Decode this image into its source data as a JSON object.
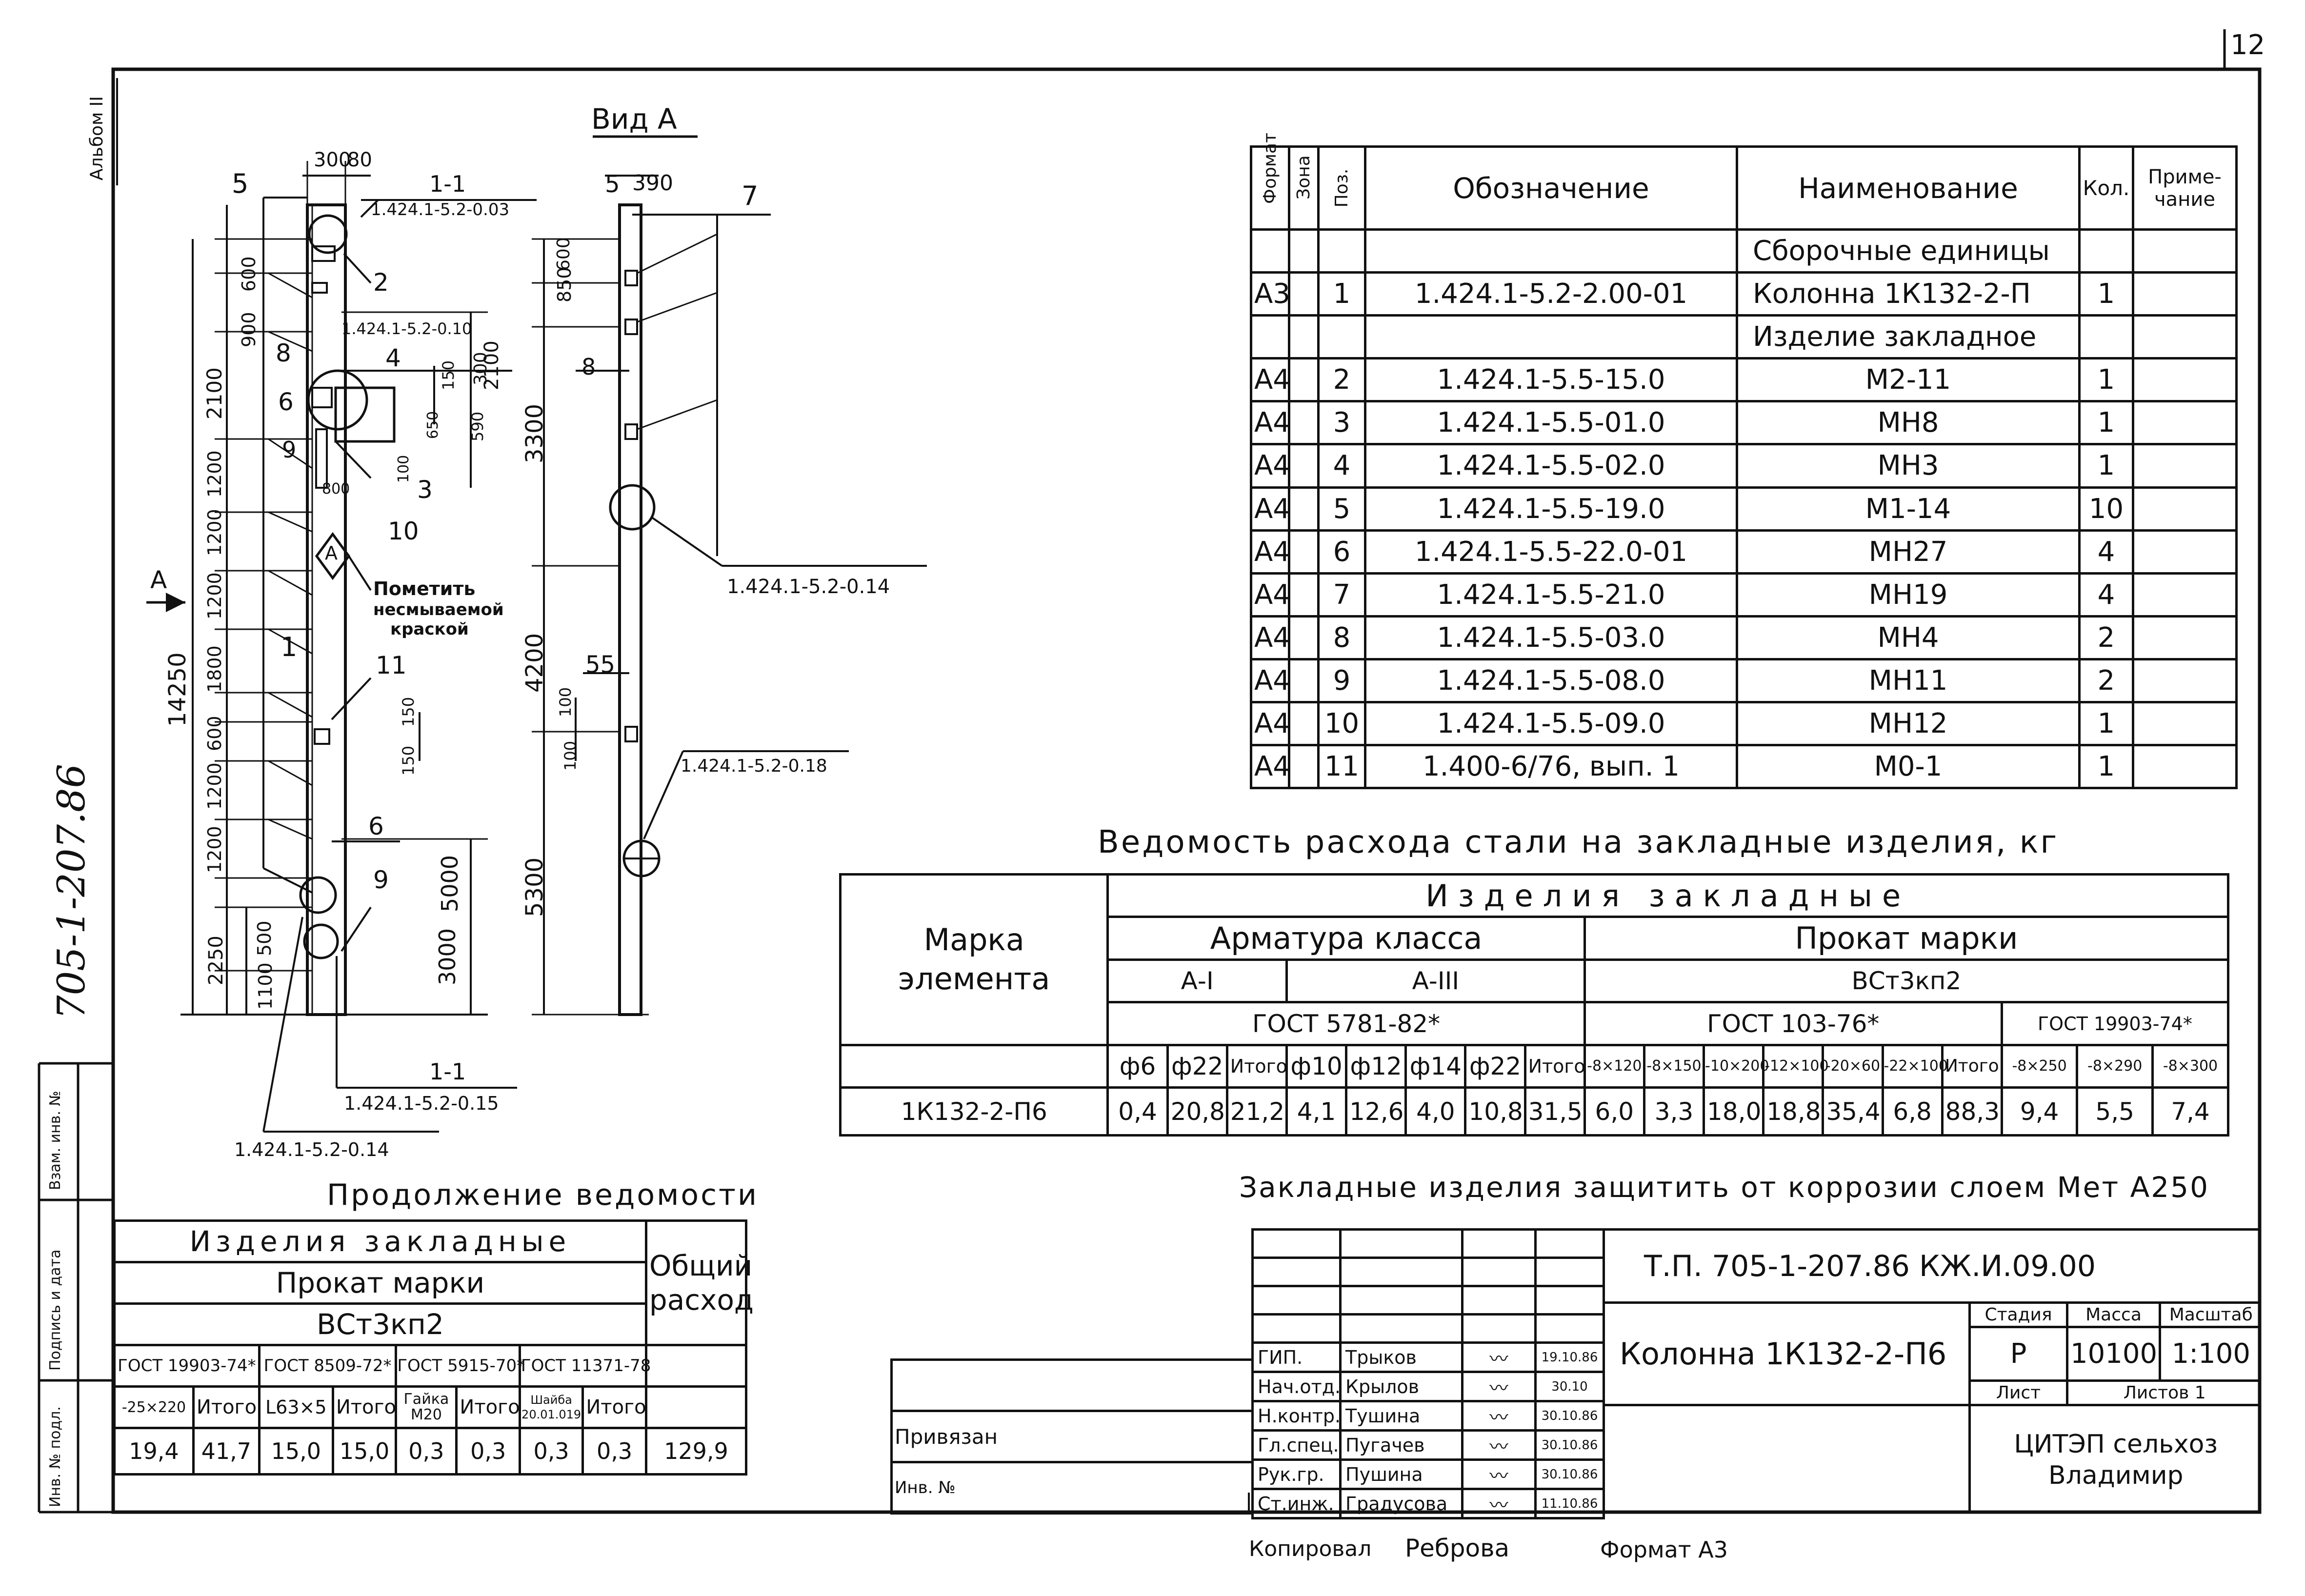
{
  "page_number": "12",
  "album_label": "Альбом II",
  "side_code": "705-1-207.86",
  "side_stamp": {
    "inv_podl": "Инв. № подл.",
    "podpis_data": "Подпись и дата",
    "vzam_inv": "Взам. инв. №"
  },
  "drawing": {
    "view_title": "Вид А",
    "left_dims": [
      "600",
      "900",
      "2100",
      "1200",
      "1200",
      "1200",
      "1800",
      "600",
      "1200",
      "1200",
      "500",
      "1100",
      "2250"
    ],
    "total_height": "14250",
    "right_dims": [
      "2100",
      "590",
      "300",
      "5000",
      "3000"
    ],
    "small_dims": [
      "150",
      "650",
      "100",
      "150",
      "150",
      "800"
    ],
    "top_dims": [
      "300",
      "80"
    ],
    "view_dims": [
      "850",
      "600",
      "3300",
      "4200",
      "100",
      "100",
      "5300"
    ],
    "view_top_dims": [
      "390"
    ],
    "view_side_dim": "55",
    "positions": [
      "5",
      "2",
      "4",
      "8",
      "6",
      "9",
      "3",
      "10",
      "1",
      "11",
      "6",
      "9",
      "7",
      "5",
      "8"
    ],
    "section_label": "1-1",
    "arrow_label": "А",
    "mark_letter": "А",
    "refs": [
      "1.424.1-5.2-0.03",
      "1.424.1-5.2-0.10",
      "1.424.1-5.2-0.14",
      "1.424.1-5.2-0.18",
      "1.424.1-5.2-0.15",
      "1.424.1-5.2-0.14"
    ],
    "note_lines": [
      "Пометить",
      "несмываемой",
      "краской"
    ]
  },
  "spec": {
    "headers": {
      "format": "Формат",
      "zone": "Зона",
      "pos": "Поз.",
      "designation": "Обозначение",
      "name": "Наименование",
      "qty": "Кол.",
      "note": "Приме-чание"
    },
    "section_assembly": "Сборочные единицы",
    "section_embedded": "Изделие закладное",
    "rows": [
      {
        "format": "А3",
        "pos": "1",
        "designation": "1.424.1-5.2-2.00-01",
        "name": "Колонна 1К132-2-П",
        "qty": "1"
      },
      {
        "format": "А4",
        "pos": "2",
        "designation": "1.424.1-5.5-15.0",
        "name": "М2-11",
        "qty": "1"
      },
      {
        "format": "А4",
        "pos": "3",
        "designation": "1.424.1-5.5-01.0",
        "name": "МН8",
        "qty": "1"
      },
      {
        "format": "А4",
        "pos": "4",
        "designation": "1.424.1-5.5-02.0",
        "name": "МН3",
        "qty": "1"
      },
      {
        "format": "А4",
        "pos": "5",
        "designation": "1.424.1-5.5-19.0",
        "name": "М1-14",
        "qty": "10"
      },
      {
        "format": "А4",
        "pos": "6",
        "designation": "1.424.1-5.5-22.0-01",
        "name": "МН27",
        "qty": "4"
      },
      {
        "format": "А4",
        "pos": "7",
        "designation": "1.424.1-5.5-21.0",
        "name": "МН19",
        "qty": "4"
      },
      {
        "format": "А4",
        "pos": "8",
        "designation": "1.424.1-5.5-03.0",
        "name": "МН4",
        "qty": "2"
      },
      {
        "format": "А4",
        "pos": "9",
        "designation": "1.424.1-5.5-08.0",
        "name": "МН11",
        "qty": "2"
      },
      {
        "format": "А4",
        "pos": "10",
        "designation": "1.424.1-5.5-09.0",
        "name": "МН12",
        "qty": "1"
      },
      {
        "format": "А4",
        "pos": "11",
        "designation": "1.400-6/76, вып. 1",
        "name": "М0-1",
        "qty": "1"
      }
    ]
  },
  "steel": {
    "title": "Ведомость расхода стали на закладные изделия, кг",
    "mark_header": "Марка элемента",
    "group": "Изделия закладные",
    "rebar": "Арматура класса",
    "rolled": "Прокат марки",
    "class1": "А-I",
    "class3": "А-III",
    "grade": "ВСт3кп2",
    "gost1": "ГОСТ 5781-82*",
    "gost2": "ГОСТ 103-76*",
    "gost3": "ГОСТ 19903-74*",
    "cols": [
      "ф6",
      "ф22",
      "Итого",
      "ф10",
      "ф12",
      "ф14",
      "ф22",
      "Итого",
      "-8×120",
      "-8×150",
      "-10×200",
      "-12×100",
      "-20×60",
      "-22×100",
      "Итого",
      "-8×250",
      "-8×290",
      "-8×300"
    ],
    "row_mark": "1К132-2-П6",
    "values": [
      "0,4",
      "20,8",
      "21,2",
      "4,1",
      "12,6",
      "4,0",
      "10,8",
      "31,5",
      "6,0",
      "3,3",
      "18,0",
      "18,8",
      "35,4",
      "6,8",
      "88,3",
      "9,4",
      "5,5",
      "7,4"
    ]
  },
  "continuation": {
    "title": "Продолжение ведомости",
    "group": "Изделия закладные",
    "rolled": "Прокат марки",
    "grade": "ВСт3кп2",
    "total_header": "Общий расход",
    "gosts": [
      "ГОСТ 19903-74*",
      "ГОСТ 8509-72*",
      "ГОСТ 5915-70*",
      "ГОСТ 11371-78"
    ],
    "cols": [
      "-25×220",
      "Итого",
      "L63×5",
      "Итого",
      "Гайка М20",
      "Итого",
      "Шайба 20.01.019",
      "Итого"
    ],
    "values": [
      "19,4",
      "41,7",
      "15,0",
      "15,0",
      "0,3",
      "0,3",
      "0,3",
      "0,3"
    ],
    "total": "129,9"
  },
  "corrosion_note": "Закладные изделия защитить от коррозии слоем Мет А250",
  "binding": {
    "label": "Привязан",
    "inv_label": "Инв. №"
  },
  "title_block": {
    "code": "Т.П. 705-1-207.86 КЖ.И.09.00",
    "name": "Колонна 1К132-2-П6",
    "stage_header": "Стадия",
    "mass_header": "Масса",
    "scale_header": "Масштаб",
    "stage": "Р",
    "mass": "10100",
    "scale": "1:100",
    "sheet_label": "Лист",
    "sheets_label": "Листов 1",
    "org_line1": "ЦИТЭП сельхоз",
    "org_line2": "Владимир",
    "signers": [
      {
        "role": "ГИП.",
        "name": "Трыков",
        "date": "19.10.86"
      },
      {
        "role": "Нач.отд.",
        "name": "Крылов",
        "date": "30.10"
      },
      {
        "role": "Н.контр.",
        "name": "Тушина",
        "date": "30.10.86"
      },
      {
        "role": "Гл.спец.",
        "name": "Пугачев",
        "date": "30.10.86"
      },
      {
        "role": "Рук.гр.",
        "name": "Пушина",
        "date": "30.10.86"
      },
      {
        "role": "Ст.инж.",
        "name": "Градусова",
        "date": "11.10.86"
      }
    ]
  },
  "footer": {
    "copied_label": "Копировал",
    "copied_name": "Реброва",
    "format_label": "Формат А3"
  },
  "colors": {
    "ink": "#111111",
    "paper": "#ffffff"
  }
}
